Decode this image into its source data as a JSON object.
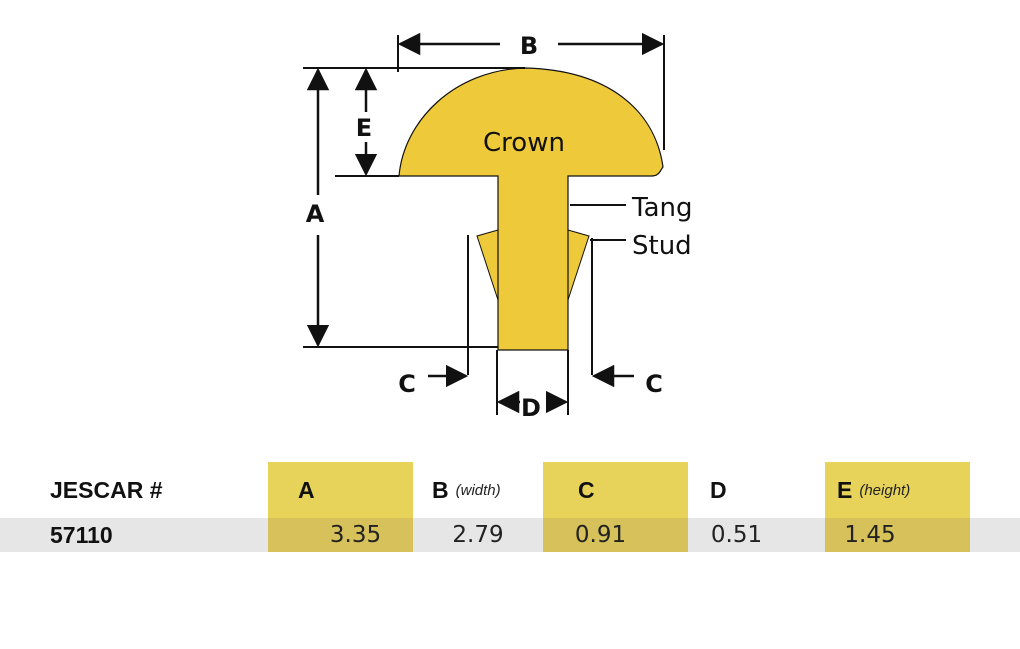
{
  "diagram": {
    "dimension_labels": {
      "a": "A",
      "b": "B",
      "c_left": "C",
      "c_right": "C",
      "d": "D",
      "e": "E"
    },
    "part_labels": {
      "crown": "Crown",
      "tang": "Tang",
      "stud": "Stud"
    },
    "colors": {
      "fill": "#eec93a",
      "line": "#111111"
    }
  },
  "table": {
    "headers": {
      "jescar": "JESCAR #",
      "a": "A",
      "b": "B",
      "b_unit": "(width)",
      "c": "C",
      "d": "D",
      "e": "E",
      "e_unit": "(height)"
    },
    "row": {
      "part_number": "57110",
      "a": "3.35",
      "b": "2.79",
      "c": "0.91",
      "d": "0.51",
      "e": "1.45"
    },
    "colors": {
      "highlight_header": "#e8d35a",
      "highlight_data": "#d6c15a",
      "row_band": "#e6e6e6"
    }
  }
}
